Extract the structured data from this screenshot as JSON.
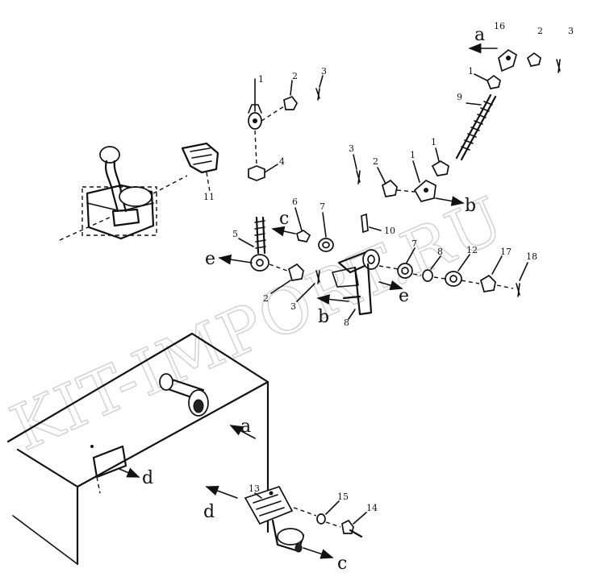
{
  "watermark": "KIT-IMPORT.RU",
  "callouts": {
    "c1a": "1",
    "c2a": "2",
    "c3a": "3",
    "c4a": "4",
    "c11": "11",
    "c16": "16",
    "c2b": "2",
    "c3b": "3",
    "c1b": "1",
    "c9": "9",
    "c3c": "3",
    "c2c": "2",
    "c1c": "1",
    "c1d": "1",
    "c6": "6",
    "c7a": "7",
    "c10": "10",
    "c5": "5",
    "c7b": "7",
    "c8a": "8",
    "c12": "12",
    "c17": "17",
    "c18": "18",
    "c2d": "2",
    "c3d": "3",
    "c8b": "8",
    "c13": "13",
    "c15": "15",
    "c14": "14"
  },
  "arrows": {
    "a_top": "a",
    "b_right": "b",
    "c_mid": "c",
    "e_left": "e",
    "e_right": "e",
    "b_bottom": "b",
    "a_box": "a",
    "d_box": "d",
    "d_bottom": "d",
    "c_bottom": "c"
  },
  "colors": {
    "ink": "#111111",
    "paper": "#ffffff",
    "watermark": "#c8c8c8"
  }
}
